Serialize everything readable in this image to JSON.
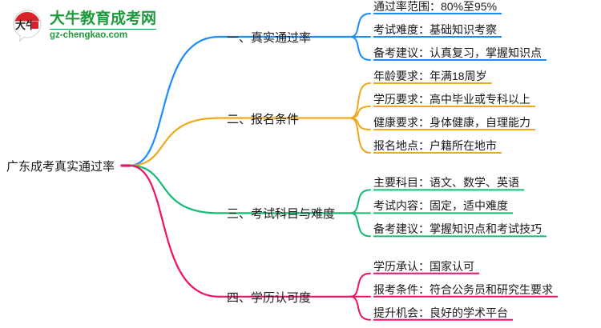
{
  "logo": {
    "mark_character": "大牛",
    "title": "大牛教育成考网",
    "domain": "gz-chengkao.com",
    "brand_color": "#1E9A3C",
    "seal_color": "#D8232A"
  },
  "mindmap": {
    "root": {
      "label": "广东成考真实通过率"
    },
    "branches": [
      {
        "label": "一、真实通过率",
        "color": "#1A8CFF",
        "children": [
          {
            "label": "通过率范围：80%至95%"
          },
          {
            "label": "考试难度：基础知识考察"
          },
          {
            "label": "备考建议：认真复习，掌握知识点"
          }
        ]
      },
      {
        "label": "二、报名条件",
        "color": "#EFA81C",
        "children": [
          {
            "label": "年龄要求：年满18周岁"
          },
          {
            "label": "学历要求：高中毕业或专科以上"
          },
          {
            "label": "健康要求：身体健康，自理能力"
          },
          {
            "label": "报名地点：户籍所在地市"
          }
        ]
      },
      {
        "label": "三、考试科目与难度",
        "color": "#10BC74",
        "children": [
          {
            "label": "主要科目：语文、数学、英语"
          },
          {
            "label": "考试内容：固定，适中难度"
          },
          {
            "label": "备考建议：掌握知识点和考试技巧"
          }
        ]
      },
      {
        "label": "四、学历认可度",
        "color": "#ED1169",
        "children": [
          {
            "label": "学历承认：国家认可"
          },
          {
            "label": "报考条件：符合公务员和研究生要求"
          },
          {
            "label": "提升机会：良好的学术平台"
          }
        ]
      }
    ]
  }
}
